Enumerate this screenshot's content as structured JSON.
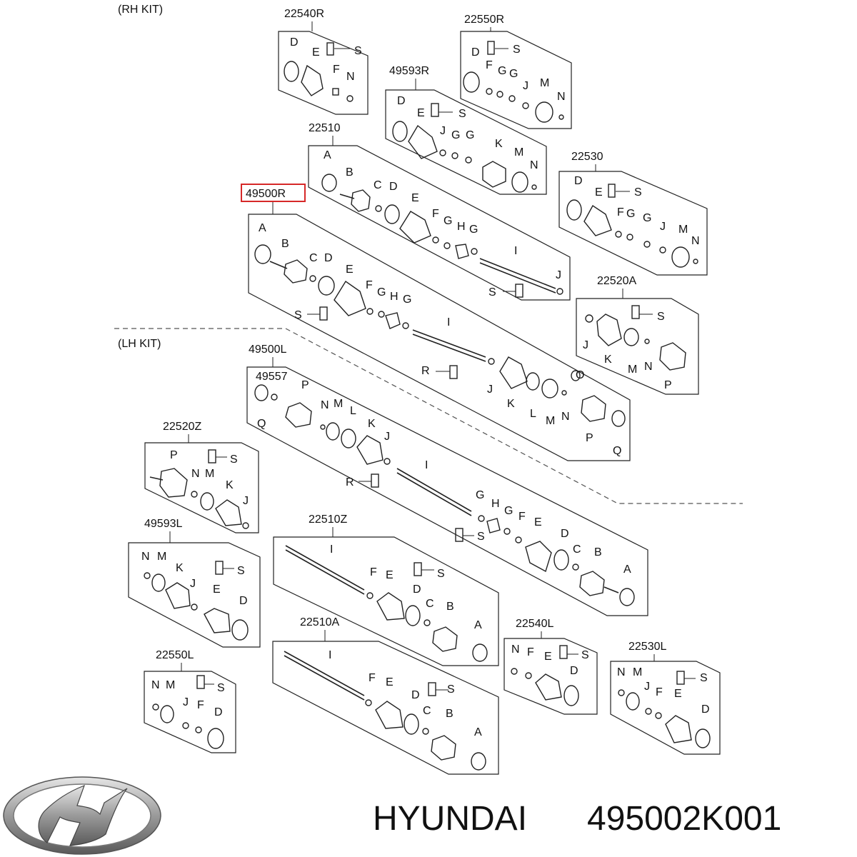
{
  "kits": {
    "rh": "(RH KIT)",
    "lh": "(LH KIT)"
  },
  "highlighted_part": "49500R",
  "panels": [
    {
      "id": "22540R",
      "letters": [
        "D",
        "E",
        "S",
        "F",
        "N"
      ]
    },
    {
      "id": "22550R",
      "letters": [
        "D",
        "S",
        "F",
        "G",
        "G",
        "J",
        "M",
        "N"
      ]
    },
    {
      "id": "49593R",
      "letters": [
        "D",
        "E",
        "S",
        "J",
        "G",
        "G",
        "K",
        "M",
        "N"
      ]
    },
    {
      "id": "22510",
      "letters": [
        "A",
        "B",
        "C",
        "D",
        "E",
        "F",
        "G",
        "H",
        "G",
        "I",
        "J",
        "S"
      ]
    },
    {
      "id": "22530",
      "letters": [
        "D",
        "E",
        "S",
        "F",
        "G",
        "G",
        "J",
        "M",
        "N"
      ]
    },
    {
      "id": "49500R",
      "letters": [
        "A",
        "B",
        "C",
        "D",
        "E",
        "F",
        "G",
        "H",
        "G",
        "S",
        "I",
        "R",
        "J",
        "K",
        "L",
        "M",
        "N",
        "O",
        "P",
        "Q"
      ]
    },
    {
      "id": "22520A",
      "letters": [
        "S",
        "J",
        "K",
        "M",
        "N",
        "P"
      ]
    },
    {
      "id": "49500L",
      "letters": [
        "Q",
        "P",
        "N",
        "M",
        "L",
        "K",
        "J",
        "I",
        "R",
        "G",
        "H",
        "G",
        "F",
        "E",
        "S",
        "D",
        "C",
        "B",
        "A"
      ]
    },
    {
      "id": "49557",
      "letters": []
    },
    {
      "id": "22520Z",
      "letters": [
        "P",
        "S",
        "N",
        "M",
        "K",
        "J"
      ]
    },
    {
      "id": "49593L",
      "letters": [
        "N",
        "M",
        "K",
        "J",
        "S",
        "E",
        "D"
      ]
    },
    {
      "id": "22510Z",
      "letters": [
        "I",
        "F",
        "E",
        "S",
        "D",
        "C",
        "B",
        "A"
      ]
    },
    {
      "id": "22540L",
      "letters": [
        "N",
        "F",
        "E",
        "S",
        "D"
      ]
    },
    {
      "id": "22510A",
      "letters": [
        "I",
        "F",
        "E",
        "S",
        "D",
        "C",
        "B",
        "A"
      ]
    },
    {
      "id": "22550L",
      "letters": [
        "N",
        "M",
        "S",
        "J",
        "F",
        "D"
      ]
    },
    {
      "id": "22530L",
      "letters": [
        "N",
        "M",
        "S",
        "J",
        "F",
        "E",
        "D"
      ]
    }
  ],
  "footer": {
    "brand": "HYUNDAI",
    "part_number": "495002K001",
    "logo": "hyundai-logo"
  }
}
